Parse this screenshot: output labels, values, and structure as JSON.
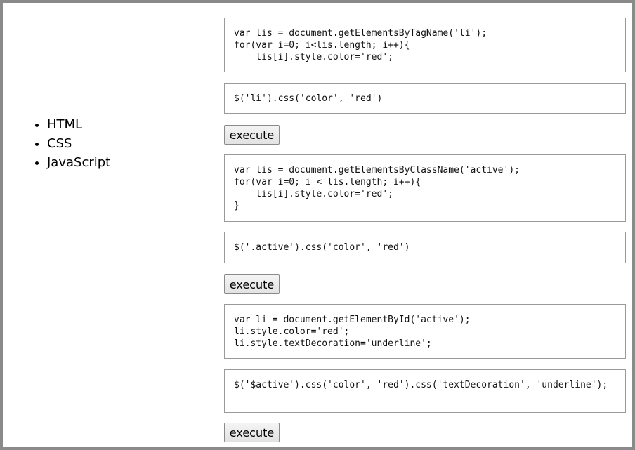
{
  "list": {
    "items": [
      "HTML",
      "CSS",
      "JavaScript"
    ]
  },
  "examples": [
    {
      "dom_code": "var lis = document.getElementsByTagName('li');\nfor(var i=0; i<lis.length; i++){\n    lis[i].style.color='red';",
      "jquery_code": "$('li').css('color', 'red')",
      "button_label": "execute"
    },
    {
      "dom_code": "var lis = document.getElementsByClassName('active');\nfor(var i=0; i < lis.length; i++){\n    lis[i].style.color='red';\n}",
      "jquery_code": "$('.active').css('color', 'red')",
      "button_label": "execute"
    },
    {
      "dom_code": "var li = document.getElementById('active');\nli.style.color='red';\nli.style.textDecoration='underline';",
      "jquery_code": "$('$active').css('color', 'red').css('textDecoration', 'underline');",
      "button_label": "execute"
    }
  ]
}
